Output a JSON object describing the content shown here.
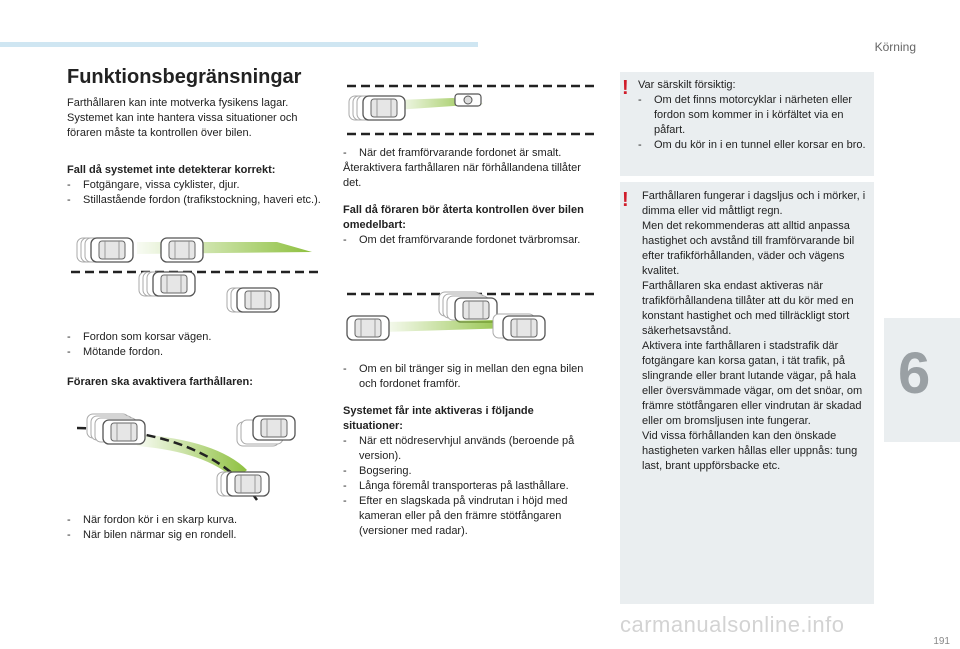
{
  "header": {
    "section": "Körning"
  },
  "chapter": "6",
  "page_number": "191",
  "watermark": "carmanualsonline.info",
  "col1": {
    "title": "Funktionsbegränsningar",
    "intro": "Farthållaren kan inte motverka fysikens lagar. Systemet kan inte hantera vissa situationer och föraren måste ta kontrollen över bilen.",
    "h1": "Fall då systemet inte detekterar korrekt:",
    "list1": [
      "Fotgängare, vissa cyklister, djur.",
      "Stillastående fordon (trafikstockning, haveri etc.)."
    ],
    "list2": [
      "Fordon som korsar vägen.",
      "Mötande fordon."
    ],
    "h2": "Föraren ska avaktivera farthållaren:",
    "list3": [
      "När fordon kör i en skarp kurva.",
      "När bilen närmar sig en rondell."
    ]
  },
  "col2": {
    "list1": [
      "När det framförvarande fordonet är smalt."
    ],
    "p1": "Återaktivera farthållaren när förhållandena tillåter det.",
    "h1": "Fall då föraren bör återta kontrollen över bilen omedelbart:",
    "list2": [
      "Om det framförvarande fordonet tvärbromsar."
    ],
    "list3": [
      "Om en bil tränger sig in mellan den egna bilen och fordonet framför."
    ],
    "h2": "Systemet får inte aktiveras i följande situationer:",
    "list4": [
      "När ett nödreservhjul används (beroende på version).",
      "Bogsering.",
      "Långa föremål transporteras på lasthållare.",
      "Efter en slagskada på vindrutan i höjd med kameran eller på den främre stötfångaren (versioner med radar)."
    ]
  },
  "note1": {
    "intro": "Var särskilt försiktig:",
    "items": [
      "Om det finns motorcyklar i närheten eller fordon som kommer in i körfältet via en påfart.",
      "Om du kör in i en tunnel eller korsar en bro."
    ]
  },
  "note2": {
    "p1": "Farthållaren fungerar i dagsljus och i mörker, i dimma eller vid måttligt regn.",
    "p2": "Men det rekommenderas att alltid anpassa hastighet och avstånd till framförvarande bil efter trafikförhållanden, väder och vägens kvalitet.",
    "p3": "Farthållaren ska endast aktiveras när trafikförhållandena tillåter att du kör med en konstant hastighet och med tillräckligt stort säkerhetsavstånd.",
    "p4": "Aktivera inte farthållaren i stadstrafik där fotgängare kan korsa gatan, i tät trafik, på slingrande eller brant lutande vägar, på hala eller översvämmade vägar, om det snöar, om främre stötfångaren eller vindrutan är skadad eller om bromsljusen inte fungerar.",
    "p5": "Vid vissa förhållanden kan den önskade hastigheten varken hållas eller uppnås: tung last, brant uppförsbacke etc."
  },
  "colors": {
    "accent_green": "#7ab51d",
    "warning_red": "#d01c2a",
    "note_bg": "#eaeef0",
    "top_bar": "#cfe6f2"
  }
}
